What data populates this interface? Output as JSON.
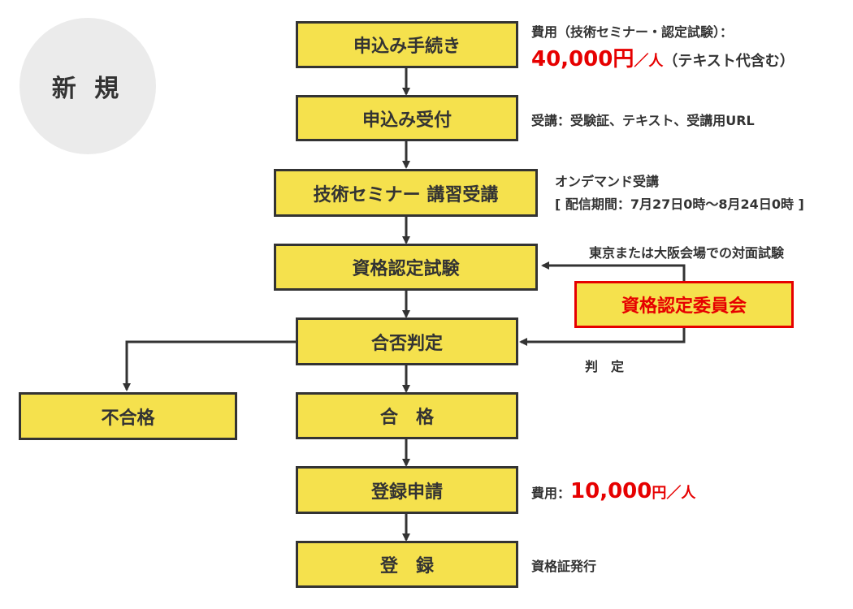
{
  "badge": {
    "label": "新 規"
  },
  "steps": {
    "apply": "申込み手続き",
    "accept": "申込み受付",
    "seminar": "技術セミナー 講習受講",
    "exam": "資格認定試験",
    "judge": "合否判定",
    "fail": "不合格",
    "pass": "合　格",
    "register_apply": "登録申請",
    "register": "登　録",
    "committee": "資格認定委員会"
  },
  "notes": {
    "fee_label": "費用（技術セミナー・認定試験）：",
    "fee1_amount": "40,000円",
    "fee1_per": "／人",
    "fee1_suffix": "（テキスト代含む）",
    "accept_note": "受講：受験証、テキスト、受講用URL",
    "seminar_note1": "オンデマンド受講",
    "seminar_note2": "[ 配信期間：7月27日0時〜8月24日0時 ]",
    "exam_note": "東京または大阪会場での対面試験",
    "judge_note": "判　定",
    "fee2_label": "費用：",
    "fee2_amount": "10,000",
    "fee2_unit": "円／人",
    "cert_note": "資格証発行"
  },
  "colors": {
    "box_fill": "#f5e14d",
    "box_border": "#333333",
    "accent_red": "#e60000",
    "badge_bg": "#ebebeb"
  }
}
